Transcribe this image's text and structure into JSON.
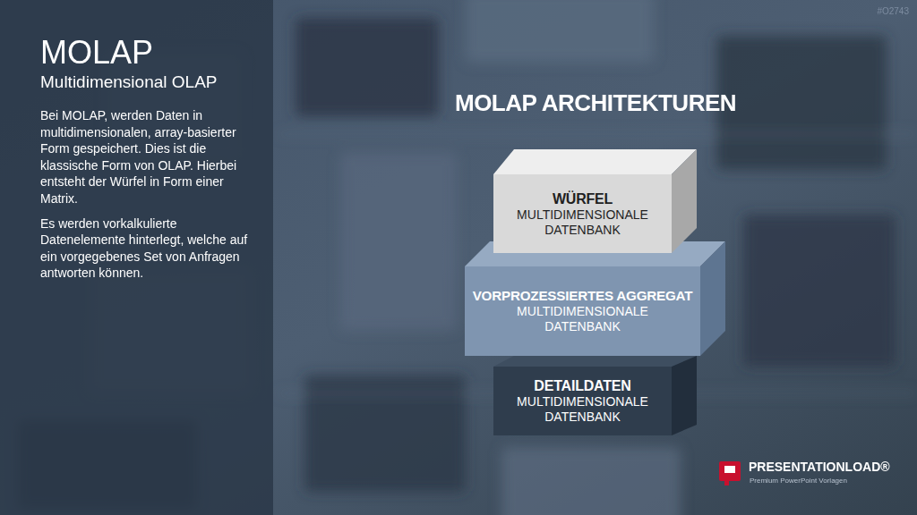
{
  "diagram": {
    "title": "MOLAP ARCHITEKTUREN",
    "nodes": [
      {
        "text": [
          "WÜRFEL",
          "MULTIDIMENSIONALE DATENBANK"
        ]
      },
      {
        "text": [
          "VORPROZESSIERTES AGGREGAT",
          "MULTIDIMENSIONALE DATENBANK"
        ]
      },
      {
        "text": [
          "DETAILDATEN",
          "MULTIDIMENSIONALE DATENBANK"
        ]
      }
    ],
    "labels": [
      "MOLAP",
      "Multidimensional OLAP",
      "Bei MOLAP, werden Daten in multidimensionalen, array-basierter Form gespeichert. Dies ist die klassische Form von OLAP. Hierbei entsteht der Würfel in Form einer Matrix.",
      "Es werden vorkalkulierte Datenelemente hinterlegt, welche auf ein vorgegebenes Set von Anfragen antworten können.",
      "#O2743",
      "PRESENTATIONLOAD®",
      "Premium PowerPoint Vorlagen"
    ]
  }
}
